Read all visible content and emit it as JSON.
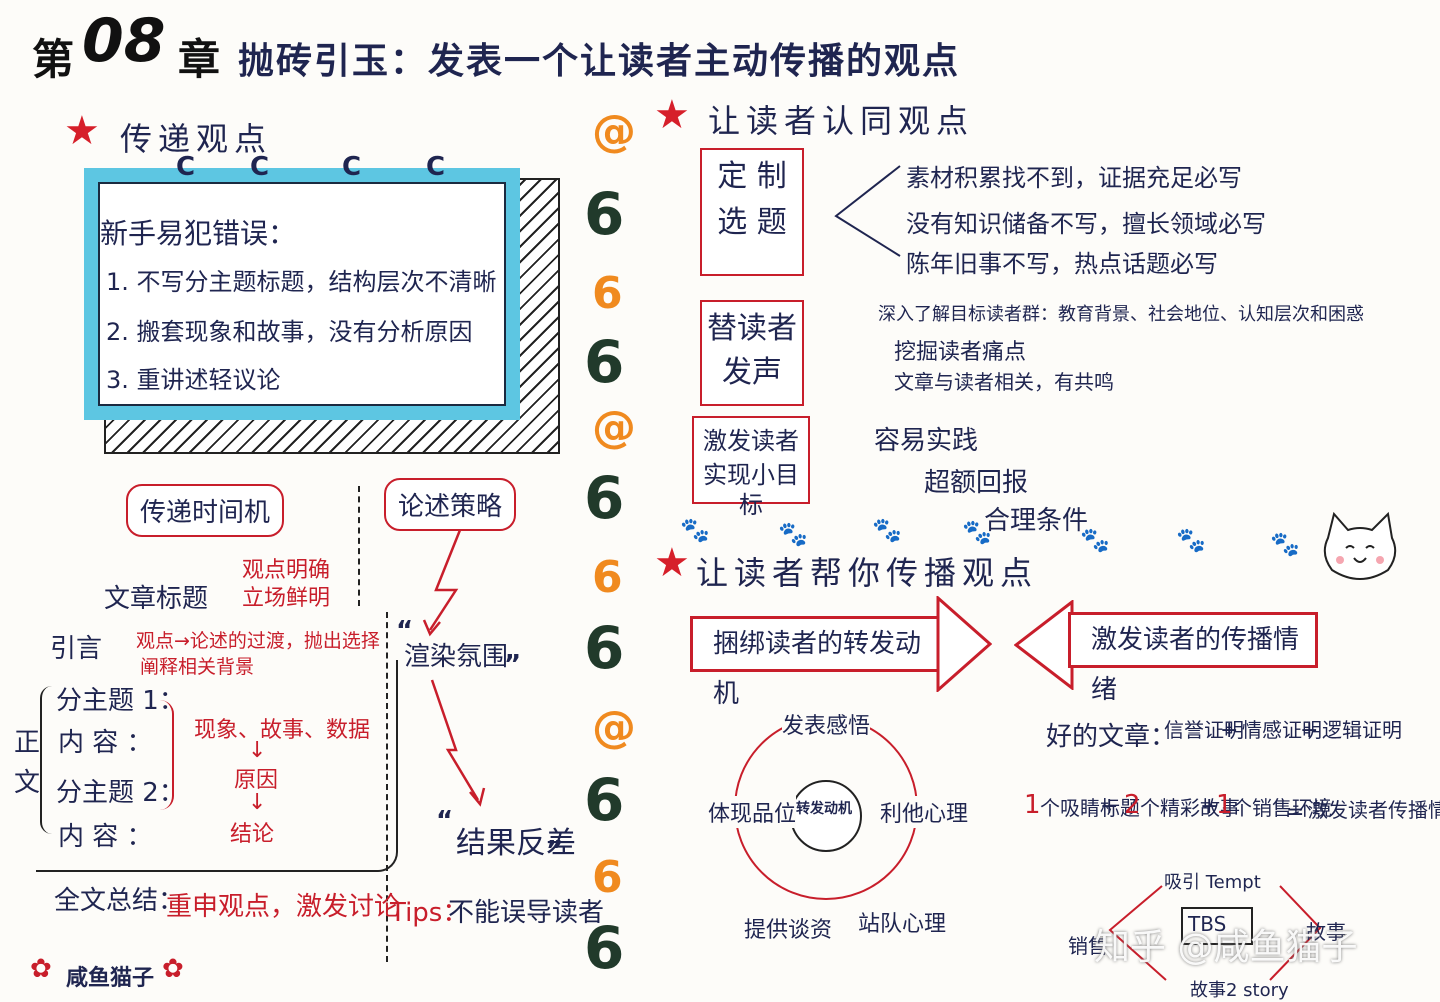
{
  "title": {
    "chapter_prefix": "第",
    "chapter_num": "08",
    "chapter_suffix": "章",
    "text": "抛砖引玉：发表一个让读者主动传播的观点"
  },
  "left": {
    "heading": "传递观点",
    "board": {
      "title": "新手易犯错误：",
      "items": [
        "1. 不写分主题标题，结构层次不清晰",
        "2. 搬套现象和故事，没有分析原因",
        "3. 重讲述轻议论"
      ]
    },
    "badge_timing": "传递时间机",
    "badge_strategy": "论述策略",
    "article_title": "文章标题",
    "article_title_note_1": "观点明确",
    "article_title_note_2": "立场鲜明",
    "intro_label": "引言",
    "intro_note_1": "观点→论述的过渡，抛出选择",
    "intro_note_2": "阐释相关背景",
    "body_vertical": [
      "正",
      "文"
    ],
    "sub1": "分主题 1：",
    "content1": "内 容 ：",
    "sub2": "分主题 2：",
    "content2": "内 容 ：",
    "flow": [
      "现象、故事、数据",
      "原因",
      "结论"
    ],
    "quote_1": "渲染氛围",
    "quote_2": "结果反差",
    "summary_label": "全文总结：",
    "summary_text": "重申观点，激发讨论",
    "tips_label": "Tips：",
    "tips_text": "不能误导读者",
    "signature": "咸鱼猫子"
  },
  "right": {
    "heading_1": "让读者认同观点",
    "banner_1": [
      "定 制",
      "选 题"
    ],
    "banner_1_points": [
      "素材积累找不到，证据充足必写",
      "没有知识储备不写，擅长领域必写",
      "陈年旧事不写，热点话题必写"
    ],
    "banner_2": [
      "替读者",
      "发声"
    ],
    "banner_2_points": [
      "深入了解目标读者群：教育背景、社会地位、认知层次和困惑",
      "挖掘读者痛点",
      "文章与读者相关，有共鸣"
    ],
    "banner_3": [
      "激发读者",
      "实现小目标"
    ],
    "banner_3_points": [
      "容易实践",
      "超额回报",
      "合理条件"
    ],
    "heading_2": "让读者帮你传播观点",
    "arrow_1": "捆绑读者的转发动机",
    "arrow_2": "激发读者的传播情绪",
    "cycle_center": "转发动机",
    "cycle_top": "发表感悟",
    "cycle_left": "体现品位",
    "cycle_right": "利他心理",
    "cycle_bottom_left": "提供谈资",
    "cycle_bottom_right": "站队心理",
    "good_article": "好的文章：",
    "eq1_a": "信誉证明",
    "eq1_b": "情感证明",
    "eq1_c": "逻辑证明",
    "eq2_a_num": "1",
    "eq2_a": "个吸睛标题",
    "eq2_b_num": "2",
    "eq2_b": "个精彩故事",
    "eq2_c_num": "1",
    "eq2_c": "个销售环境",
    "eq2_result": "激发读者传播情绪",
    "tbs_top": "吸引 Tempt",
    "tbs_center": "TBS",
    "tbs_left": "销售",
    "tbs_right": "故事",
    "tbs_bottom": "故事2 story",
    "watermark": "知乎 @咸鱼猫子"
  },
  "colors": {
    "board_border": "#5dc6e2",
    "star": "#d61f2a",
    "spiral_orange": "#f08a1f",
    "spiral_dark": "#213a2b",
    "pen_navy": "#1f2550",
    "pen_red": "#c81e2b"
  },
  "icons": [
    "star-icon",
    "spiral-icon",
    "paw-icon",
    "cat-face-icon"
  ]
}
